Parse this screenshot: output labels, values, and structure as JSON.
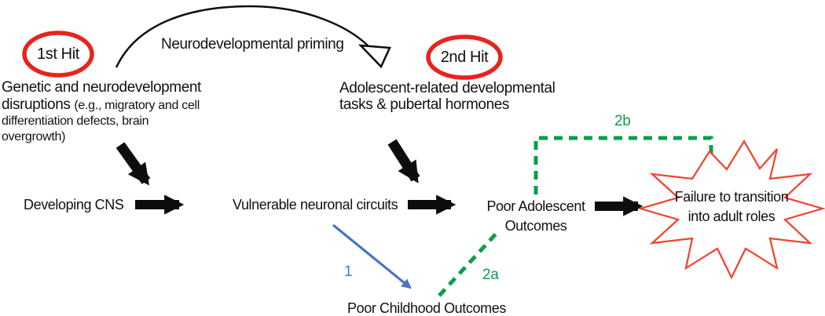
{
  "diagram": {
    "hits": {
      "first": {
        "label": "1st Hit"
      },
      "second": {
        "label": "2nd Hit"
      }
    },
    "priming_label": "Neurodevelopmental priming",
    "genetic_block": {
      "line1": "Genetic and neurodevelopment",
      "line2_main": "disruptions ",
      "line2_detail": "(e.g., migratory and cell",
      "line3": "differentiation defects, brain",
      "line4": "overgrowth)"
    },
    "adolescent_block": {
      "line1": "Adolescent-related developmental",
      "line2": "tasks & pubertal hormones"
    },
    "nodes": {
      "developing_cns": "Developing CNS",
      "vulnerable_circuits": "Vulnerable neuronal circuits",
      "poor_adolescent_line1": "Poor Adolescent",
      "poor_adolescent_line2": "Outcomes",
      "poor_childhood": "Poor Childhood Outcomes",
      "failure_line1": "Failure to transition",
      "failure_line2": "into adult roles"
    },
    "path_labels": {
      "childhood_path": "1",
      "adolescent_path": "2a",
      "transition_path": "2b"
    },
    "colors": {
      "hit_red": "#e8231e",
      "burst_red": "#f4402c",
      "pathway_green": "#0a9e4b",
      "pathway_blue": "#4a74c4",
      "arrow_black": "#0d0d0d"
    }
  }
}
